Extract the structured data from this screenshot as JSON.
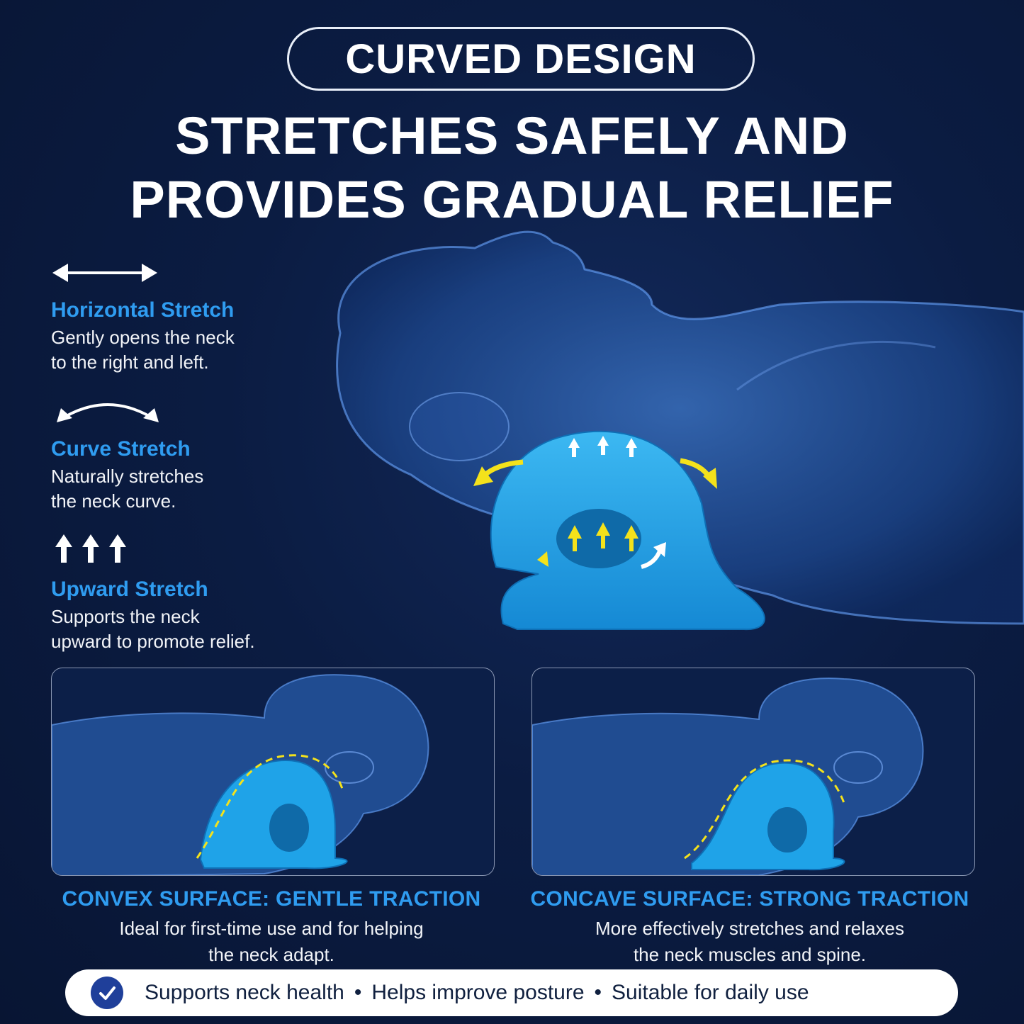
{
  "header": {
    "pill_title": "CURVED DESIGN",
    "headline_line1": "STRETCHES SAFELY AND",
    "headline_line2": "PROVIDES GRADUAL RELIEF"
  },
  "features": [
    {
      "icon": "double-arrow-horizontal-icon",
      "title": "Horizontal Stretch",
      "desc_line1": "Gently opens the neck",
      "desc_line2": "to the right and left."
    },
    {
      "icon": "curved-double-arrow-icon",
      "title": "Curve Stretch",
      "desc_line1": "Naturally stretches",
      "desc_line2": "the neck curve."
    },
    {
      "icon": "three-up-arrows-icon",
      "title": "Upward Stretch",
      "desc_line1": "Supports the neck",
      "desc_line2": "upward to promote relief."
    }
  ],
  "panels": [
    {
      "title": "CONVEX SURFACE: GENTLE TRACTION",
      "desc_line1": "Ideal for first-time use and for helping",
      "desc_line2": "the neck adapt."
    },
    {
      "title": "CONCAVE SURFACE: STRONG TRACTION",
      "desc_line1": "More effectively stretches and relaxes",
      "desc_line2": "the neck muscles and spine."
    }
  ],
  "bottom_bar": {
    "icon": "checkmark-circle-icon",
    "items": [
      "Supports neck health",
      "Helps improve posture",
      "Suitable for daily use"
    ],
    "separator": "•"
  },
  "colors": {
    "background": "#0b1c42",
    "accent_blue": "#2f9cf0",
    "pillow_blue": "#1fa3e8",
    "arrow_yellow": "#f4e21b",
    "body_glow": "#3f7fd6"
  }
}
